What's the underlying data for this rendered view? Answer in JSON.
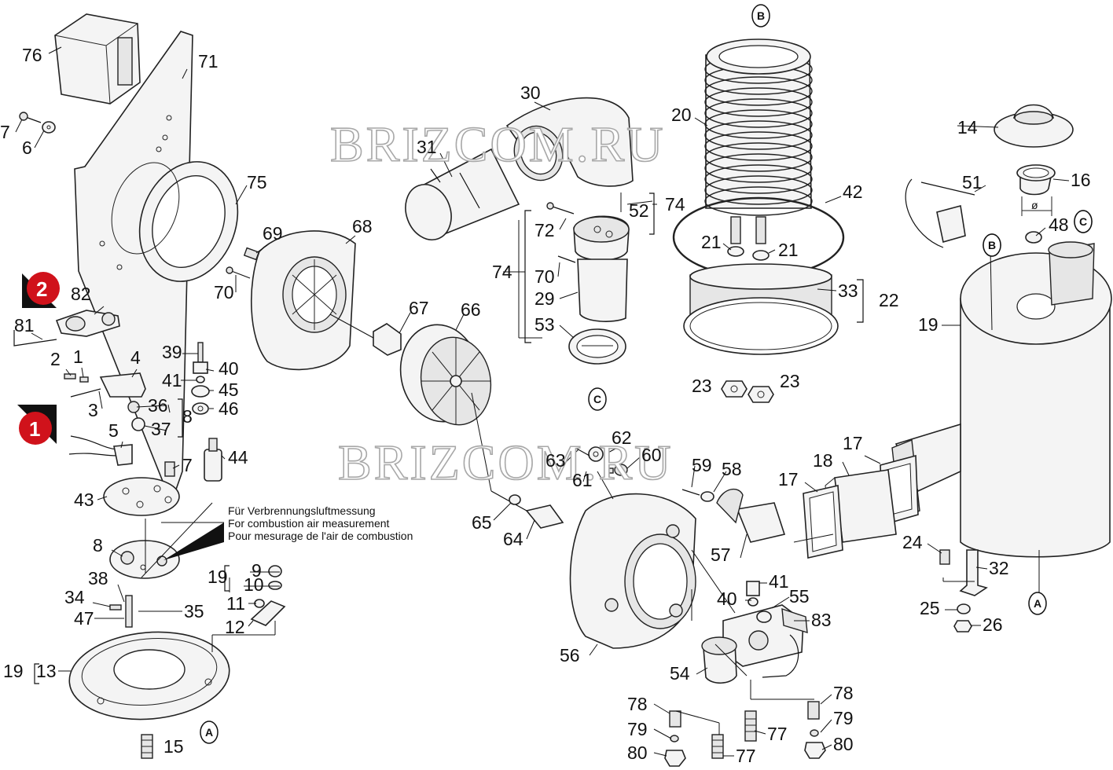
{
  "watermark": [
    "BRIZCOM.RU",
    "BRIZCOM.RU"
  ],
  "note": [
    "Für Verbrennungsluftmessung",
    "For combustion air measurement",
    "Pour mesurage de l'air de combustion"
  ],
  "badges": [
    "2",
    "1"
  ],
  "connectors": [
    "B",
    "C",
    "C",
    "A",
    "A",
    "B",
    "A",
    "C"
  ],
  "diameter_symbol": "ø",
  "labels": [
    "76",
    "71",
    "7",
    "6",
    "75",
    "69",
    "68",
    "70",
    "82",
    "81",
    "2",
    "1",
    "4",
    "3",
    "39",
    "40",
    "41",
    "45",
    "36",
    "8",
    "37",
    "46",
    "5",
    "7",
    "44",
    "43",
    "8",
    "19",
    "9",
    "10",
    "38",
    "34",
    "35",
    "47",
    "11",
    "12",
    "19",
    "13",
    "15",
    "30",
    "31",
    "20",
    "52",
    "74",
    "72",
    "74",
    "70",
    "29",
    "53",
    "42",
    "21",
    "21",
    "33",
    "22",
    "23",
    "23",
    "14",
    "16",
    "51",
    "48",
    "19",
    "67",
    "66",
    "62",
    "60",
    "63",
    "61",
    "59",
    "58",
    "17",
    "18",
    "17",
    "65",
    "64",
    "57",
    "24",
    "32",
    "41",
    "40",
    "55",
    "83",
    "25",
    "26",
    "56",
    "54",
    "78",
    "79",
    "80",
    "77",
    "77",
    "78",
    "79",
    "80"
  ],
  "colors": {
    "badge": "#d0121b",
    "line": "#111111",
    "watermark": "#a8a8a8"
  }
}
